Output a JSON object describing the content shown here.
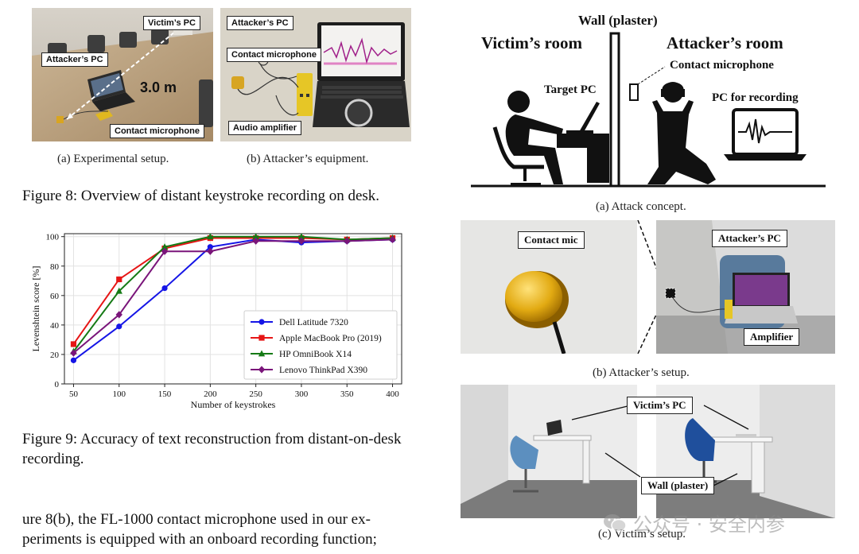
{
  "fig8": {
    "a": {
      "tags": {
        "victim_pc": "Victim’s PC",
        "attacker_pc": "Attacker’s PC",
        "contact_mic": "Contact microphone"
      },
      "distance": "3.0 m",
      "caption": "(a) Experimental setup."
    },
    "b": {
      "tags": {
        "attacker_pc": "Attacker’s PC",
        "contact_mic": "Contact microphone",
        "audio_amp": "Audio amplifier"
      },
      "caption": "(b) Attacker’s equipment."
    },
    "caption": "Figure 8: Overview of distant keystroke recording on desk."
  },
  "fig9": {
    "caption": "Figure 9: Accuracy of text reconstruction from distant-on-desk recording."
  },
  "chart_data": {
    "type": "line",
    "x": [
      50,
      100,
      150,
      200,
      250,
      300,
      350,
      400
    ],
    "xlabel": "Number of keystrokes",
    "ylabel": "Levenshtein score [%]",
    "xlim": [
      40,
      410
    ],
    "ylim": [
      0,
      102
    ],
    "xticks": [
      50,
      100,
      150,
      200,
      250,
      300,
      350,
      400
    ],
    "yticks": [
      0,
      20,
      40,
      60,
      80,
      100
    ],
    "grid": true,
    "legend": "lower-right",
    "series": [
      {
        "name": "Dell Latitude 7320",
        "color": "#1515e6",
        "marker": "circle",
        "values": [
          16,
          39,
          65,
          93,
          98,
          96,
          97,
          98
        ]
      },
      {
        "name": "Apple MacBook Pro (2019)",
        "color": "#e61515",
        "marker": "square",
        "values": [
          27,
          71,
          92,
          99,
          99,
          99,
          98,
          99
        ]
      },
      {
        "name": "HP OmniBook X14",
        "color": "#157a15",
        "marker": "triangle",
        "values": [
          22,
          63,
          93,
          100,
          100,
          100,
          98,
          99
        ]
      },
      {
        "name": "Lenovo ThinkPad X390",
        "color": "#7a157a",
        "marker": "diamond",
        "values": [
          21,
          47,
          90,
          90,
          97,
          97,
          97,
          98
        ]
      }
    ]
  },
  "fig10": {
    "a": {
      "wall_label": "Wall (plaster)",
      "victim_room": "Victim’s room",
      "attacker_room": "Attacker’s room",
      "contact_mic": "Contact microphone",
      "target_pc": "Target PC",
      "pc_recording": "PC for recording",
      "caption": "(a) Attack concept."
    },
    "b": {
      "tags": {
        "contact_mic": "Contact mic",
        "attacker_pc": "Attacker’s PC",
        "amplifier": "Amplifier"
      },
      "caption": "(b) Attacker’s setup."
    },
    "c": {
      "tags": {
        "victim_pc": "Victim’s PC",
        "wall": "Wall (plaster)"
      },
      "caption": "(c) Victim’s setup."
    }
  },
  "body": {
    "line1": "ure 8(b), the FL-1000 contact microphone used in our ex-",
    "line2": "periments is equipped with an onboard recording function;"
  },
  "watermark": "公众号 · 安全内参"
}
